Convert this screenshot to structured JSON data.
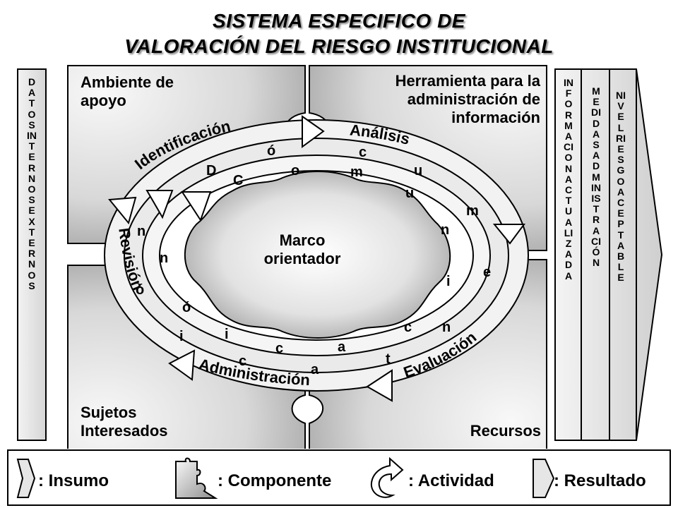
{
  "title": {
    "line1": "SISTEMA ESPECIFICO DE",
    "line2": "VALORACIÓN DEL RIESGO INSTITUCIONAL"
  },
  "left_column": {
    "text": "DATOS INTERNOS EXTERNOS"
  },
  "right_columns": [
    {
      "text": "INFORMACION ACTUALIZADA"
    },
    {
      "text": "MEDIDAS ADMINISTRACIÓN"
    },
    {
      "text": "NIVEL RIESGO ACEPTABLE"
    }
  ],
  "quadrants": {
    "top_left": "Ambiente de apoyo",
    "top_right": "Herramienta para la administración de información",
    "bottom_left": "Sujetos Interesados",
    "bottom_right": "Recursos"
  },
  "center": {
    "label": "Marco orientador"
  },
  "activities": {
    "outer": [
      "Identificación",
      "Análisis",
      "Evaluación",
      "Administración",
      "Revisión"
    ],
    "middle": "Documentación",
    "inner": "Comunicación"
  },
  "legend": [
    {
      "icon": "insumo-icon",
      "label": ": Insumo"
    },
    {
      "icon": "componente-icon",
      "label": ": Componente"
    },
    {
      "icon": "actividad-icon",
      "label": ": Actividad"
    },
    {
      "icon": "resultado-icon",
      "label": ": Resultado"
    }
  ],
  "colors": {
    "quad_light": "#f0f0f0",
    "quad_dark": "#9a9a9a",
    "ring": "#ffffff",
    "outline": "#000000"
  }
}
